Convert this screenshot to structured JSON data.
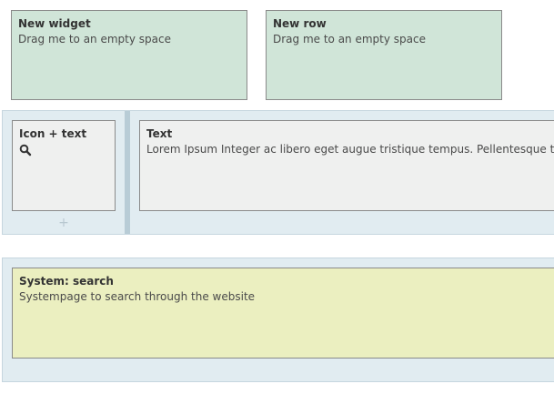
{
  "palette": {
    "new_cards": "#d0e5d8",
    "row_panel": "#e1ecf1",
    "widget_card": "#eff0ef",
    "system_card": "#ebefc0"
  },
  "palette_cards": [
    {
      "title": "New widget",
      "description": "Drag me to an empty space"
    },
    {
      "title": "New row",
      "description": "Drag me to an empty space"
    }
  ],
  "row1": {
    "icon_text_widget": {
      "title": "Icon + text",
      "icon": "search-icon"
    },
    "text_widget": {
      "title": "Text",
      "body": "Lorem Ipsum Integer ac libero eget augue tristique tempus. Pellentesque tortor"
    },
    "add_icon": "plus-icon",
    "add_glyph": "+"
  },
  "row2": {
    "system_widget": {
      "title": "System: search",
      "description": "Systempage to search through the website"
    }
  }
}
